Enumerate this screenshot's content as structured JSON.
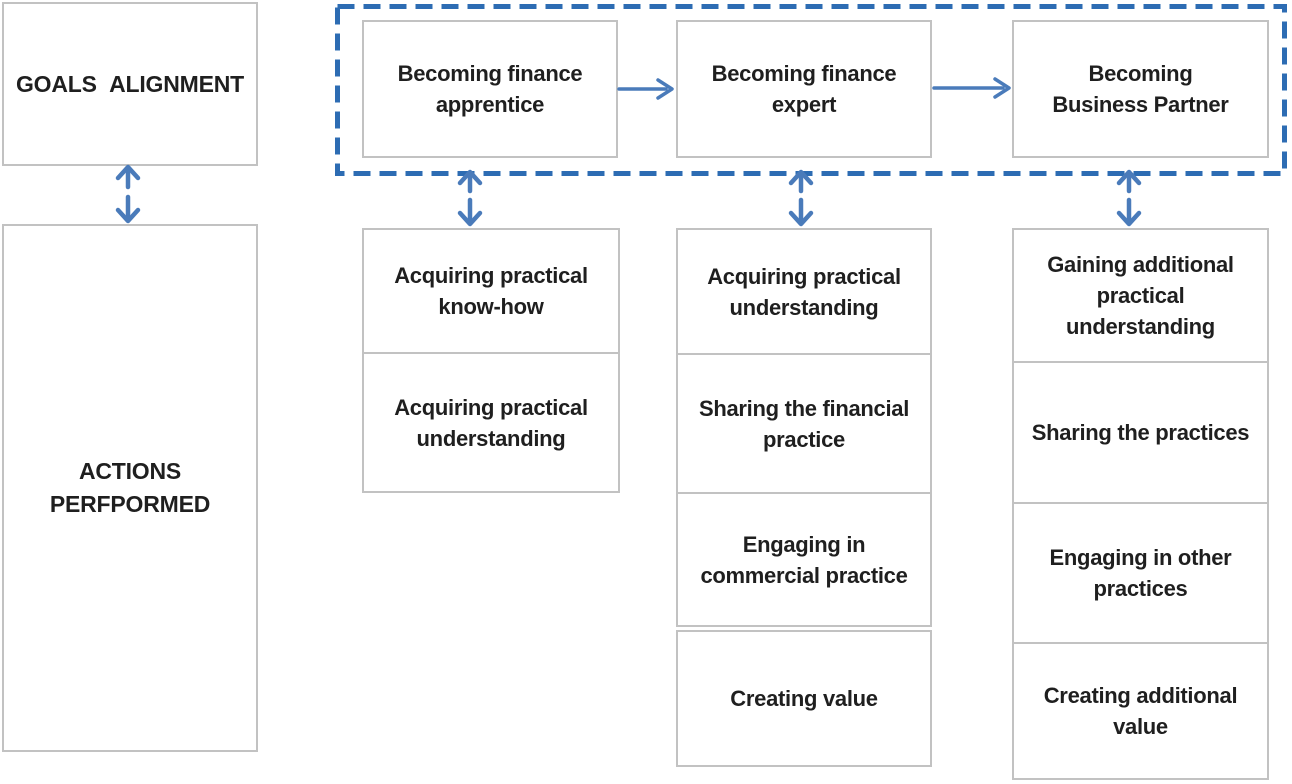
{
  "left_panel": {
    "goals_label": "GOALS ALIGNMENT",
    "actions_label": "ACTIONS\nPERFPORMED"
  },
  "pathway": {
    "stages": [
      {
        "label": "Becoming finance\napprentice",
        "actions": [
          "Acquiring practical\nknow-how",
          "Acquiring practical\nunderstanding"
        ]
      },
      {
        "label": "Becoming finance\nexpert",
        "actions": [
          "Acquiring practical\nunderstanding",
          "Sharing the financial\npractice",
          "Engaging in\ncommercial practice",
          "Creating value"
        ]
      },
      {
        "label": "Becoming\nBusiness Partner",
        "actions": [
          "Gaining additional\npractical\nunderstanding",
          "Sharing the practices",
          "Engaging in other\npractices",
          "Creating additional\nvalue"
        ]
      }
    ]
  },
  "icons": {
    "stage_connector": "right-arrow",
    "alignment_connector": "up-down-arrows"
  },
  "colors": {
    "dash_blue": "#2d6cb3",
    "arrow_blue": "#4a7bba",
    "box_border": "#c2c2c2",
    "text_color": "#1f1f1f"
  }
}
